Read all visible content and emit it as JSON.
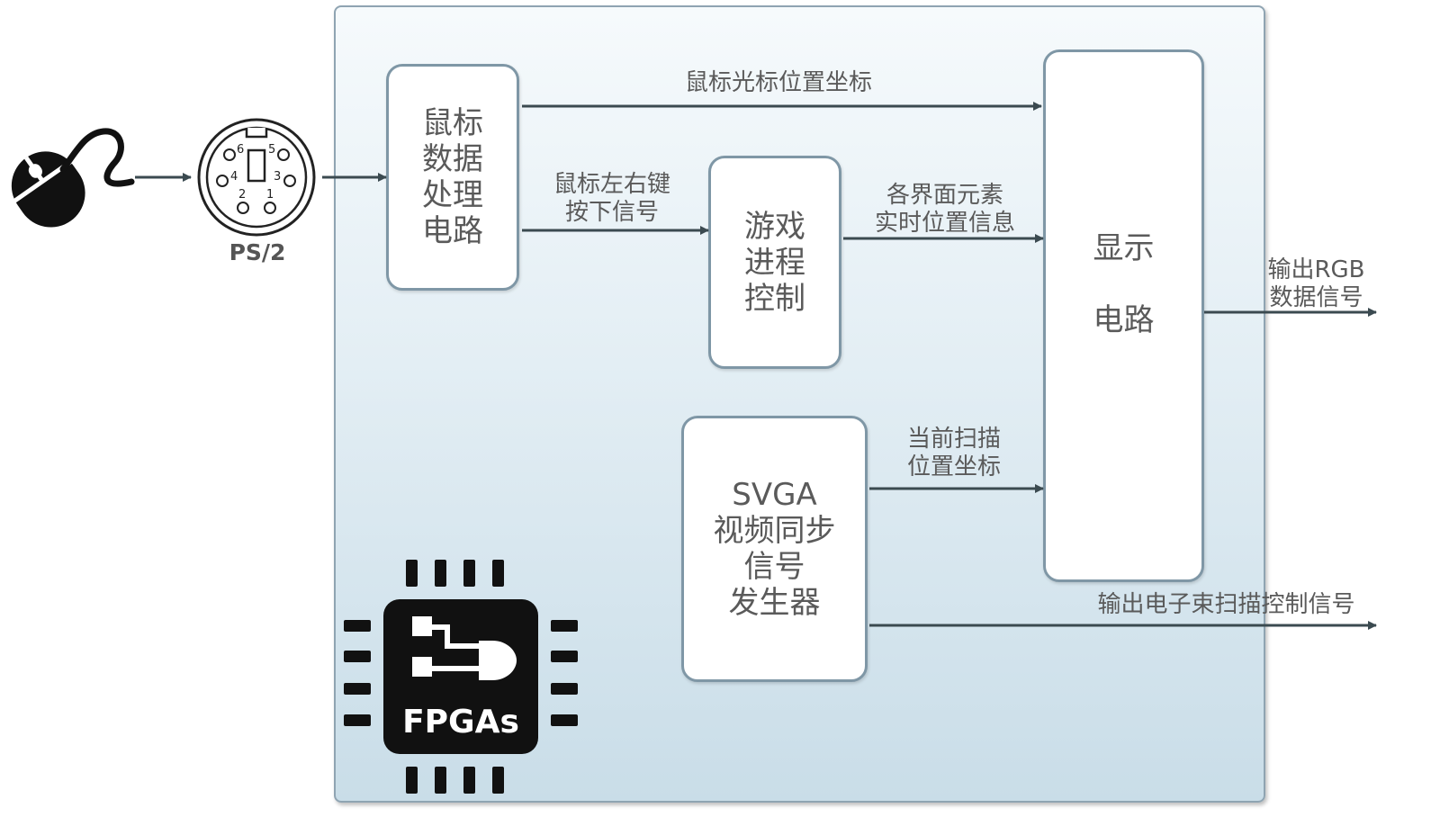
{
  "connector": {
    "label": "PS/2",
    "pins": [
      "6",
      "5",
      "4",
      "3",
      "2",
      "1"
    ]
  },
  "blocks": {
    "mouse_processing": "鼠标\n数据\n处理\n电路",
    "game_control": "游戏\n进程\n控制",
    "display": "显示\n\n电路",
    "svga": "SVGA\n视频同步\n信号\n发生器"
  },
  "signals": {
    "cursor_position": "鼠标光标位置坐标",
    "button_press": "鼠标左右键\n按下信号",
    "element_positions": "各界面元素\n实时位置信息",
    "scan_position": "当前扫描\n位置坐标",
    "rgb_output": "输出RGB\n数据信号",
    "beam_control": "输出电子束扫描控制信号"
  },
  "chip": {
    "label": "FPGAs"
  },
  "colors": {
    "line": "#3b4a50",
    "box_border": "#7f97a6",
    "panel_border": "#8fa4b2",
    "icon": "#111111"
  }
}
